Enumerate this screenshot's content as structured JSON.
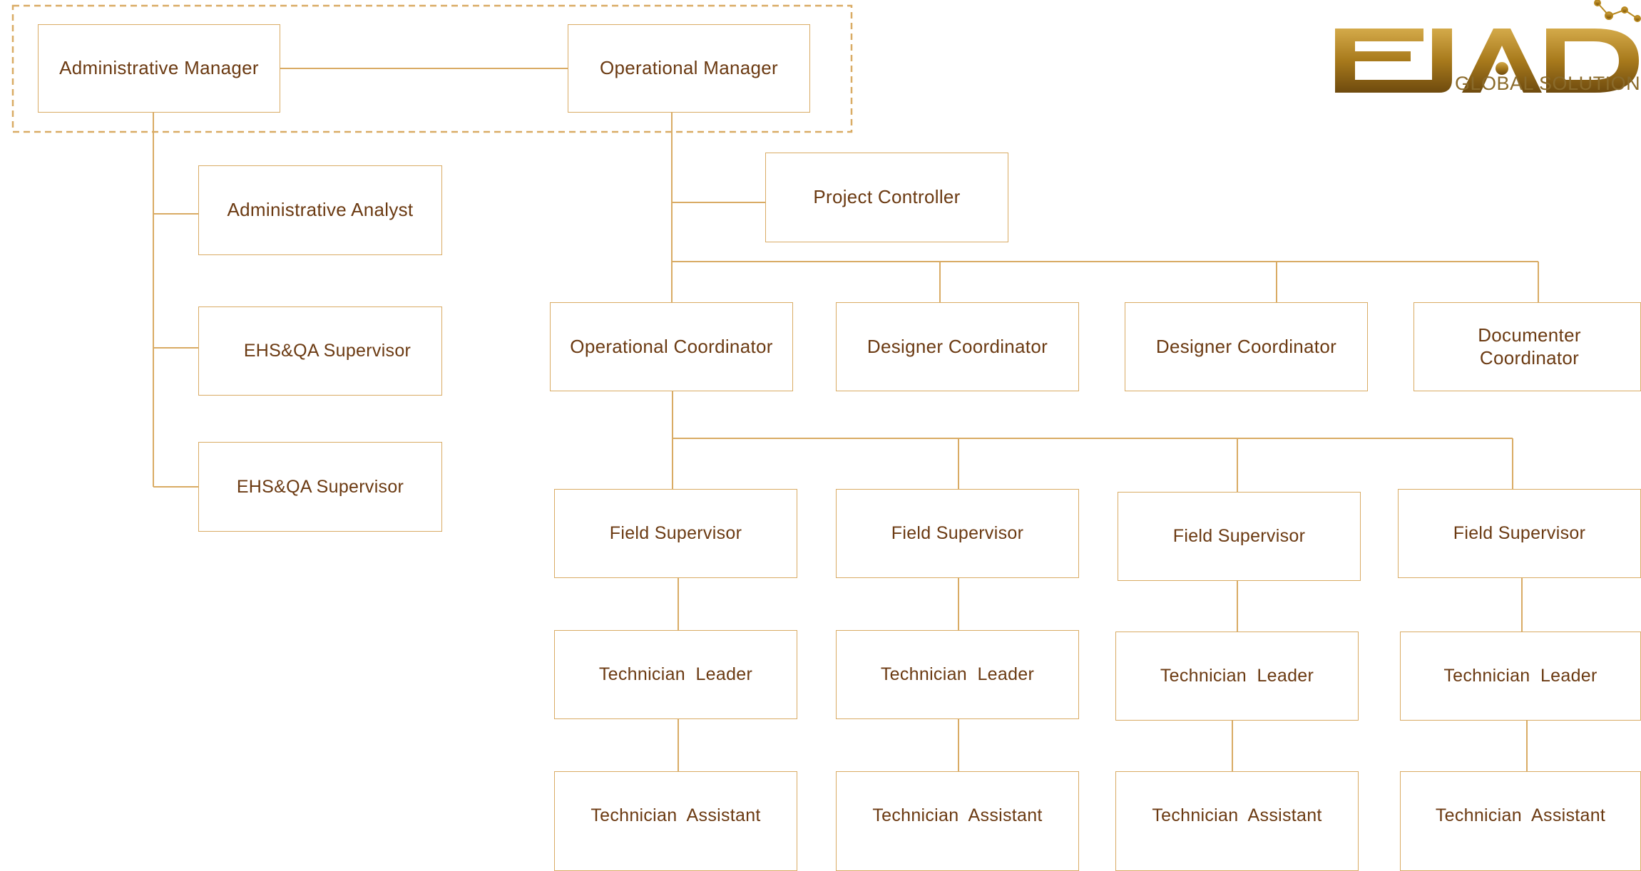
{
  "colors": {
    "line": "#d9ab64",
    "text": "#6b3a12",
    "logo_gold": "#b8891f",
    "logo_dark": "#7a5410"
  },
  "logo": {
    "letters": "EJAD",
    "subtitle": "GLOBAL SOLUTIONS"
  },
  "nodes": {
    "admin_manager": "Administrative Manager",
    "op_manager": "Operational Manager",
    "admin_analyst": "Administrative Analyst",
    "ehs_1": "EHS&QA Supervisor",
    "ehs_2": "EHS&QA Supervisor",
    "project_controller": "Project Controller",
    "op_coordinator": "Operational Coordinator",
    "designer_coordinator_1": "Designer Coordinator",
    "designer_coordinator_2": "Designer Coordinator",
    "documenter_coordinator": "Documenter Coordinator",
    "field_supervisor_1": "Field Supervisor",
    "field_supervisor_2": "Field Supervisor",
    "field_supervisor_3": "Field Supervisor",
    "field_supervisor_4": "Field Supervisor",
    "tech_leader_1": "Technician  Leader",
    "tech_leader_2": "Technician  Leader",
    "tech_leader_3": "Technician  Leader",
    "tech_leader_4": "Technician  Leader",
    "tech_assistant_1": "Technician  Assistant",
    "tech_assistant_2": "Technician  Assistant",
    "tech_assistant_3": "Technician  Assistant",
    "tech_assistant_4": "Technician  Assistant"
  }
}
